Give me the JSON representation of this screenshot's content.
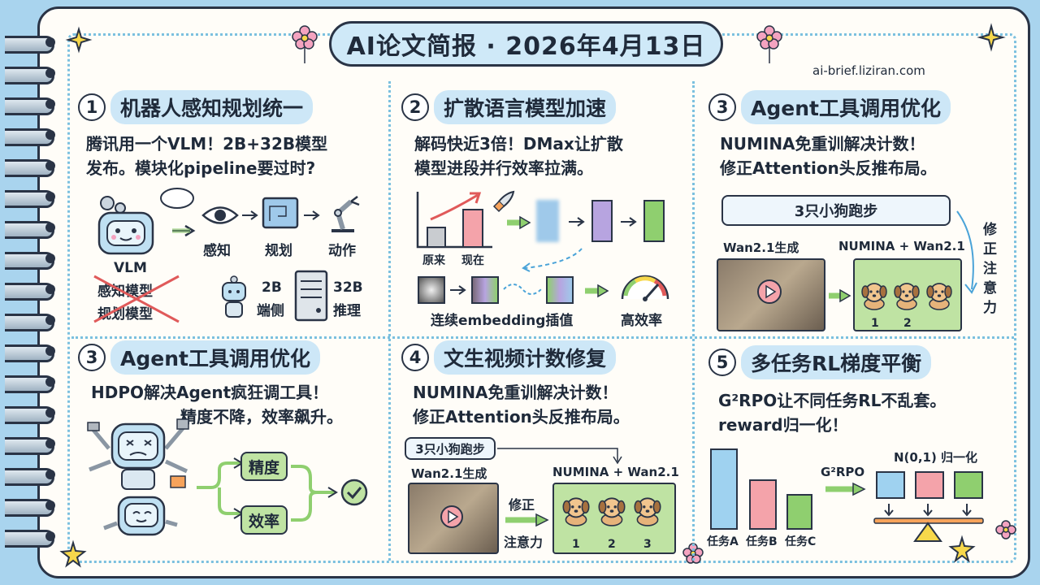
{
  "title": "AI论文简报 · 2026年4月13日",
  "url": "ai-brief.liziran.com",
  "s1": {
    "num": "1",
    "title": "机器人感知规划统一",
    "line1": "腾讯用一个VLM！2B+32B模型",
    "line2": "发布。模块化pipeline要过时?",
    "vlm": "VLM",
    "crossed1": "感知模型",
    "crossed2": "规划模型",
    "perception": "感知",
    "planning": "规划",
    "action": "动作",
    "b2": "2B",
    "b2sub": "端侧",
    "b32": "32B",
    "b32sub": "推理"
  },
  "s2": {
    "num": "2",
    "title": "扩散语言模型加速",
    "line1": "解码快近3倍！DMax让扩散",
    "line2": "模型进段并行效率拉满。",
    "before": "原来",
    "now": "现在",
    "interp": "连续embedding插值",
    "efficiency": "高效率"
  },
  "s3": {
    "num": "3",
    "title": "Agent工具调用优化",
    "line1": "NUMINA免重训解决计数！",
    "line2": "修正Attention头反推布局。",
    "prompt": "3只小狗跑步",
    "wan": "Wan2.1生成",
    "numina": "NUMINA + Wan2.1",
    "fix": [
      "修",
      "正",
      "注",
      "意",
      "力"
    ],
    "d1": "1",
    "d2": "2"
  },
  "s4": {
    "num": "3",
    "title": "Agent工具调用优化",
    "line1": "HDPO解决Agent疯狂调工具！",
    "line2": "精度不降，效率飙升。",
    "precision": "精度",
    "efficiency": "效率"
  },
  "s5": {
    "num": "4",
    "title": "文生视频计数修复",
    "line1": "NUMINA免重训解决计数！",
    "line2": "修正Attention头反推布局。",
    "prompt": "3只小狗跑步",
    "wan": "Wan2.1生成",
    "numina": "NUMINA + Wan2.1",
    "fix1": "修正",
    "fix2": "注意力",
    "d1": "1",
    "d2": "2",
    "d3": "3"
  },
  "s6": {
    "num": "5",
    "title": "多任务RL梯度平衡",
    "line1": "G²RPO让不同任务RL不乱套。",
    "line2": "reward归一化！",
    "norm": "N(0,1) 归一化",
    "grpo": "G²RPO",
    "taskA": "任务A",
    "taskB": "任务B",
    "taskC": "任务C"
  },
  "colors": {
    "accent": "#cde7f7",
    "green": "#bfe3a3",
    "red": "#f4a3aa",
    "blue": "#9fd2f0",
    "purple": "#b7a4e0"
  }
}
